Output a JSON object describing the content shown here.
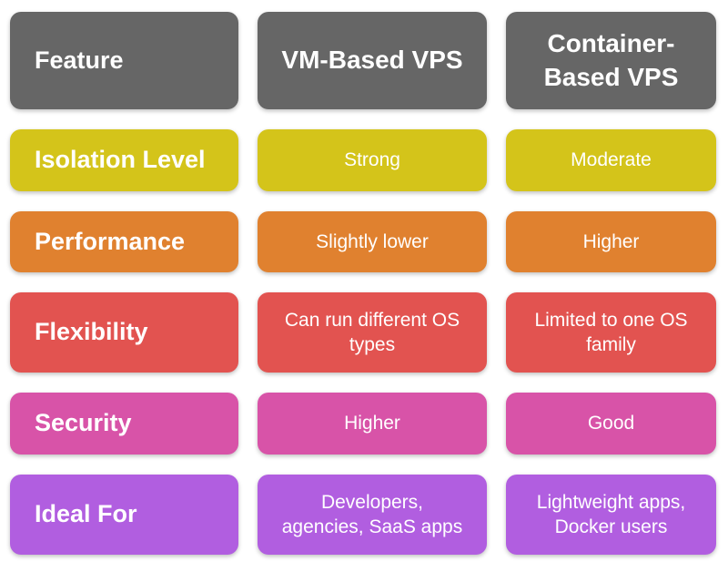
{
  "table": {
    "header": {
      "feature": "Feature",
      "vm": "VM-Based VPS",
      "container": "Container-\nBased VPS"
    },
    "rows": [
      {
        "label": "Isolation Level",
        "vm": "Strong",
        "container": "Moderate"
      },
      {
        "label": "Performance",
        "vm": "Slightly lower",
        "container": "Higher"
      },
      {
        "label": "Flexibility",
        "vm": "Can run different OS\ntypes",
        "container": "Limited to one OS\nfamily"
      },
      {
        "label": "Security",
        "vm": "Higher",
        "container": "Good"
      },
      {
        "label": "Ideal For",
        "vm": "Developers,\nagencies, SaaS apps",
        "container": "Lightweight apps,\nDocker users"
      }
    ]
  },
  "colors": {
    "header": "#666666",
    "row0": "#d4c41a",
    "row1": "#e0812f",
    "row2": "#e25350",
    "row3": "#d853a8",
    "row4": "#b15ee0",
    "text": "#ffffff",
    "background": "#ffffff"
  },
  "chart_data": {
    "type": "table",
    "title": "VM-Based VPS vs Container-Based VPS comparison",
    "columns": [
      "Feature",
      "VM-Based VPS",
      "Container-Based VPS"
    ],
    "rows": [
      [
        "Isolation Level",
        "Strong",
        "Moderate"
      ],
      [
        "Performance",
        "Slightly lower",
        "Higher"
      ],
      [
        "Flexibility",
        "Can run different OS types",
        "Limited to one OS family"
      ],
      [
        "Security",
        "Higher",
        "Good"
      ],
      [
        "Ideal For",
        "Developers, agencies, SaaS apps",
        "Lightweight apps, Docker users"
      ]
    ],
    "header_color": "#666666",
    "row_colors": [
      "#d4c41a",
      "#e0812f",
      "#e25350",
      "#d853a8",
      "#b15ee0"
    ],
    "text_color": "#ffffff",
    "legend_position": "none",
    "grid": false
  }
}
